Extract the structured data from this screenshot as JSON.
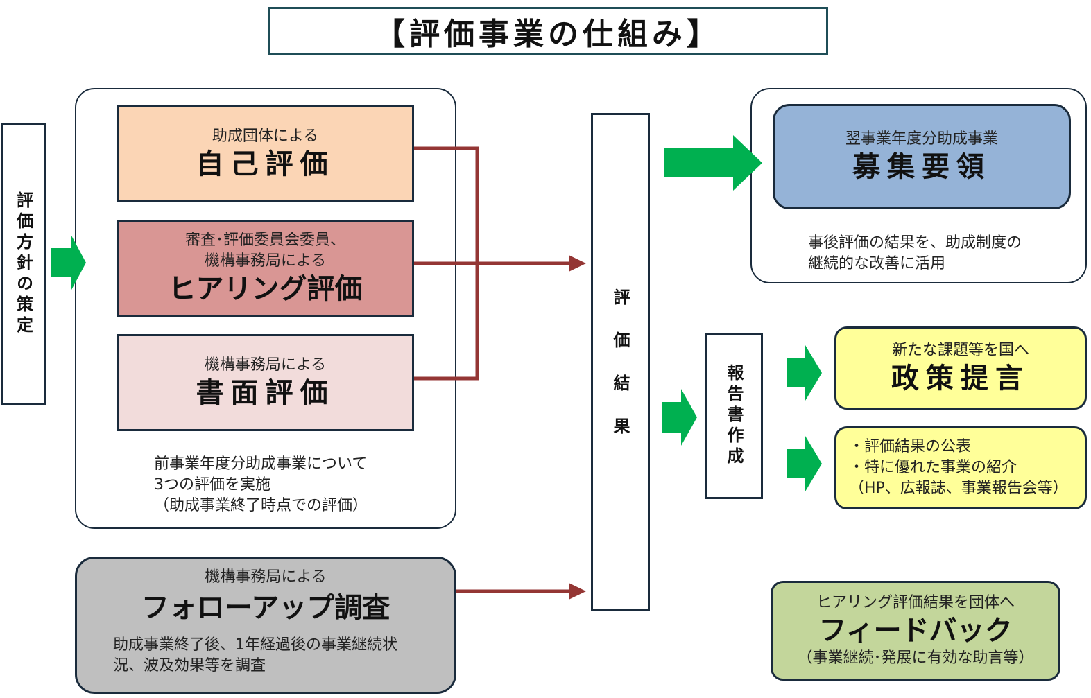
{
  "title": "【評価事業の仕組み】",
  "policy": {
    "label": "評価方針の策定"
  },
  "evaluations": {
    "self": {
      "sub": "助成団体による",
      "main": "自己評価"
    },
    "hearing": {
      "sub": "審査･評価委員会委員、\n機構事務局による",
      "main": "ヒアリング評価"
    },
    "document": {
      "sub": "機構事務局による",
      "main": "書面評価"
    },
    "note": "前事業年度分助成事業について\n3つの評価を実施\n（助成事業終了時点での評価）"
  },
  "followup": {
    "sub": "機構事務局による",
    "main": "フォローアップ調査",
    "note": "助成事業終了後、1年経過後の事業継続状\n況、波及効果等を調査"
  },
  "results": {
    "label": "評価結果"
  },
  "report": {
    "label": "報告書作成"
  },
  "recruit": {
    "sub": "翌事業年度分助成事業",
    "main": "募集要領",
    "note": "事後評価の結果を、助成制度の\n継続的な改善に活用"
  },
  "policy_proposal": {
    "sub": "新たな課題等を国へ",
    "main": "政策提言"
  },
  "publish": {
    "lines": "・評価結果の公表\n・特に優れた事業の紹介\n（HP、広報誌、事業報告会等）"
  },
  "feedback": {
    "sub": "ヒアリング評価結果を団体へ",
    "main": "フィードバック",
    "note": "（事業継続･発展に有効な助言等）"
  },
  "colors": {
    "self_bg": "#fbd5b5",
    "hearing_bg": "#d99694",
    "document_bg": "#f2dcdb",
    "followup_bg": "#bfbfbf",
    "recruit_bg": "#95b3d7",
    "yellow_bg": "#ffff99",
    "feedback_bg": "#c3d69b",
    "green_arrow": "#00b050",
    "red_line": "#943634"
  }
}
